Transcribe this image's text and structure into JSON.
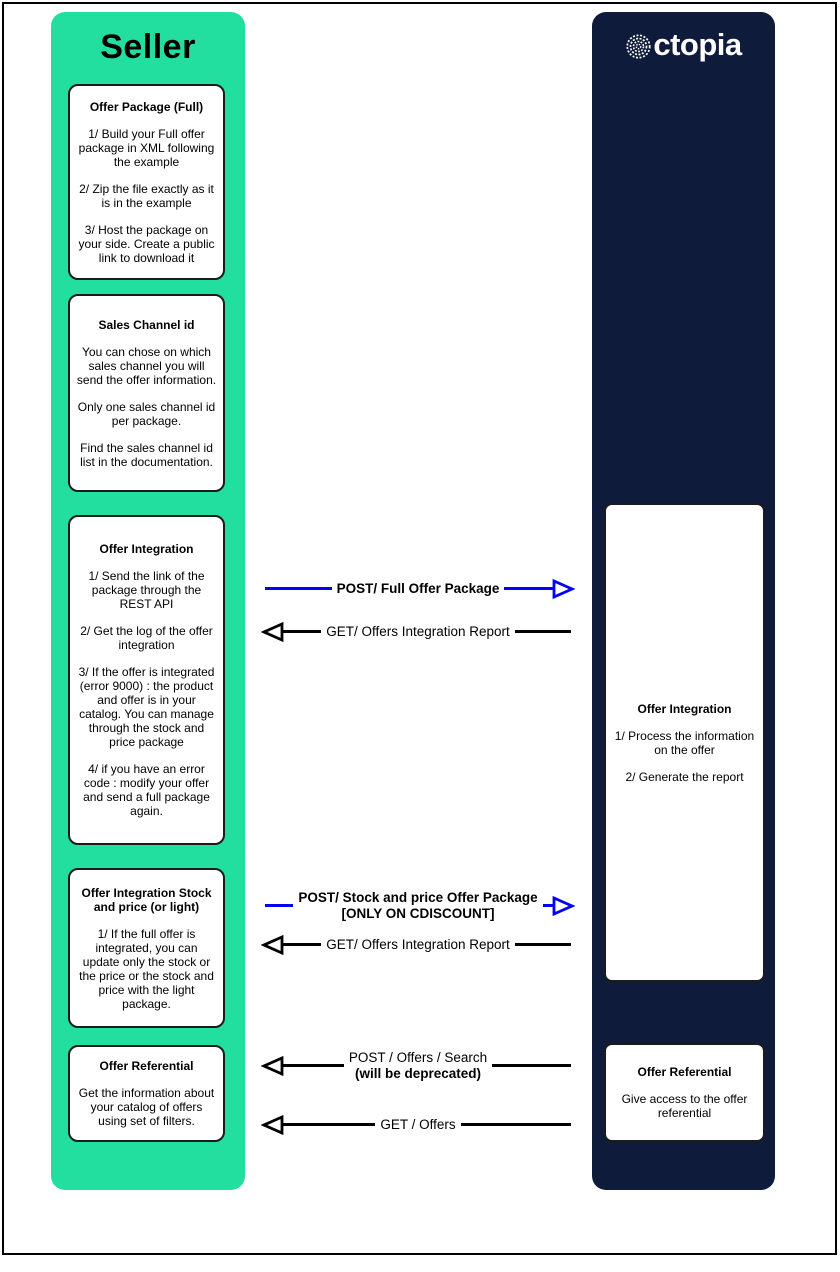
{
  "colors": {
    "seller_green": "#22dfa0",
    "octopia_navy": "#0e1b3a",
    "arrow_blue": "#0202f2",
    "arrow_black": "#000000"
  },
  "seller": {
    "title": "Seller",
    "boxes": [
      {
        "title": "Offer Package (Full)",
        "paragraphs": [
          "1/ Build your Full offer package in XML following the example",
          "2/ Zip the file exactly as it is in the example",
          "3/ Host the package on your side. Create a public link to download it"
        ]
      },
      {
        "title": "Sales Channel id",
        "paragraphs": [
          "You can chose on which sales channel you will send the offer information.",
          "Only one sales channel id per package.",
          "Find the sales channel id list in the documentation."
        ]
      },
      {
        "title": "Offer Integration",
        "paragraphs": [
          "1/ Send the link of the package through the REST API",
          "2/ Get the log of the offer integration",
          "3/ If the offer is integrated (error 9000) : the product and offer is in your catalog. You can manage through the stock and price package",
          "4/ if you have an error code : modify your offer and send a full package again."
        ]
      },
      {
        "title": "Offer Integration Stock and price (or light)",
        "paragraphs": [
          "1/ If the full offer is integrated, you can update only the stock or the price or the stock and price with the light package."
        ]
      },
      {
        "title": "Offer Referential",
        "paragraphs": [
          "Get the information about your catalog of offers using set of filters."
        ]
      }
    ]
  },
  "octopia": {
    "logo_text": "ctopia",
    "boxes": [
      {
        "title": "Offer Integration",
        "paragraphs": [
          "1/ Process the information on the offer",
          "2/ Generate the report"
        ]
      },
      {
        "title": "Offer Referential",
        "paragraphs": [
          "Give access to the offer referential"
        ]
      }
    ]
  },
  "arrows": [
    {
      "method_label": "POST/ Full Offer Package",
      "direction": "right",
      "color": "blue"
    },
    {
      "method_label": "GET/ Offers Integration Report",
      "direction": "left",
      "color": "black"
    },
    {
      "method_label": "POST/ Stock and price Offer Package",
      "sub_label": "[ONLY ON CDISCOUNT]",
      "direction": "right",
      "color": "blue"
    },
    {
      "method_label": "GET/ Offers Integration Report",
      "direction": "left",
      "color": "black"
    },
    {
      "method_label": "POST / Offers / Search",
      "sub_label": "(will be deprecated)",
      "direction": "left",
      "color": "black"
    },
    {
      "method_label": "GET / Offers",
      "direction": "left",
      "color": "black"
    }
  ]
}
